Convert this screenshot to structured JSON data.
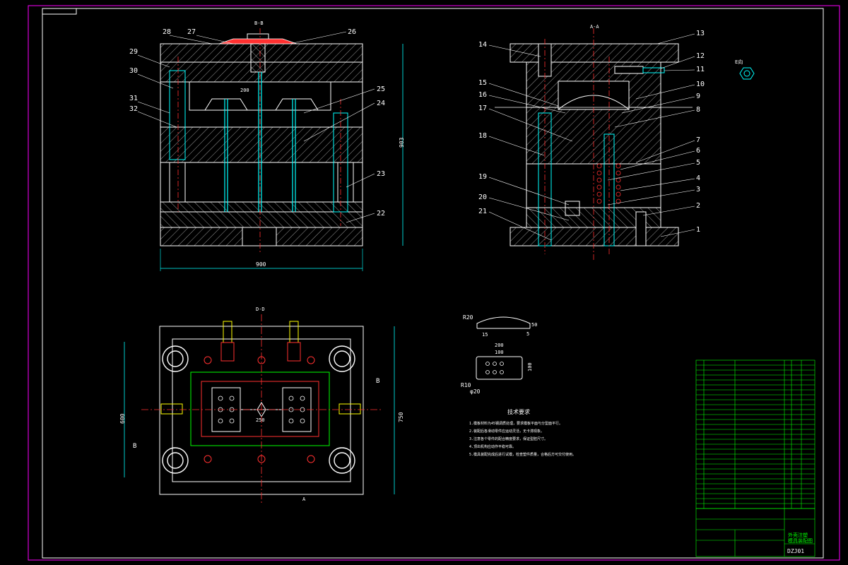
{
  "drawing": {
    "title_block": {
      "name_line1": "外壳注塑",
      "name_line2": "模具装配图",
      "drawing_number": "DZJ01"
    },
    "colors": {
      "background": "#000000",
      "outline": "#ffffff",
      "cyan": "#00ffff",
      "green": "#00ff00",
      "red": "#ff3030",
      "yellow": "#ffff00",
      "magenta": "#ff00ff"
    },
    "view_labels": {
      "section_bb": "B-B",
      "section_aa": "A-A",
      "top_cut_d": "D-D",
      "cut_b": "B",
      "cut_a": "A",
      "bolt_view": "E向"
    },
    "dimensions": {
      "front_width": "900",
      "front_height": "903",
      "plan_height": "600",
      "plan_outer": "750",
      "inner_span": "250",
      "gate_span": "200",
      "part_width": "200",
      "part_height": "50",
      "part_radius": "R20",
      "part_hole": "R10",
      "part_inner": "100",
      "part_side": "15",
      "part_5": "5",
      "part_side_h": "100",
      "hole_d": "φ20"
    },
    "front_callouts": [
      "28",
      "27",
      "26",
      "29",
      "30",
      "31",
      "32",
      "25",
      "24",
      "23",
      "22"
    ],
    "side_callouts": [
      "14",
      "13",
      "12",
      "11",
      "10",
      "9",
      "8",
      "15",
      "16",
      "17",
      "18",
      "7",
      "6",
      "5",
      "4",
      "3",
      "2",
      "1",
      "19",
      "20",
      "21"
    ],
    "tech_req": {
      "title": "技术要求",
      "lines": [
        "1.模板材料为45钢调质处理，要求模板平面与分型面平行。",
        "2.装配后各滑动零件应运动灵活，无卡滞现象。",
        "3.注意各个零件的配合精度要求，保证型腔尺寸。",
        "4.顶出机构应动作平稳可靠。",
        "5.模具装配完成后进行试模，检查塑件质量，合格后方可交付使用。"
      ]
    },
    "bom_rows": 30
  }
}
